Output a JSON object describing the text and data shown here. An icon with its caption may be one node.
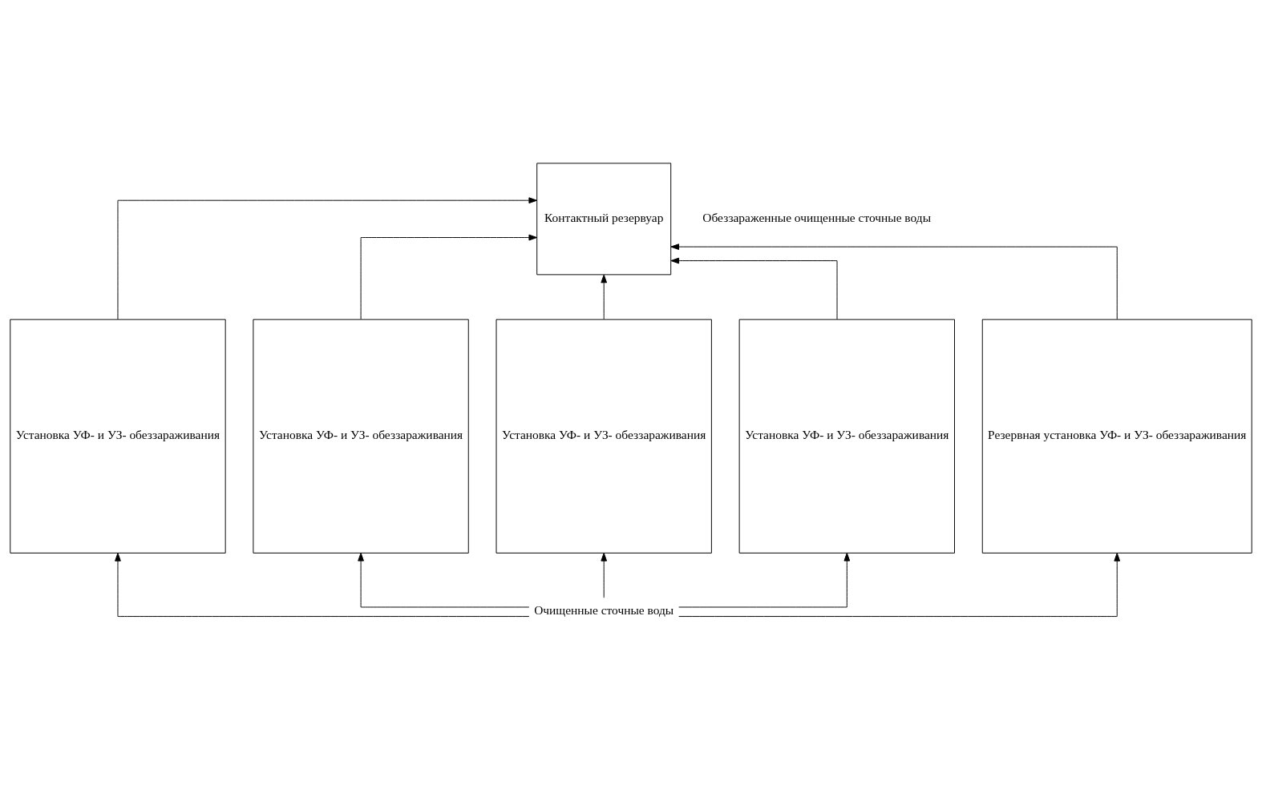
{
  "diagram": {
    "nodes": [
      {
        "text": [
          "Контактный резервуар"
        ]
      },
      {
        "text": [
          "Установка УФ- и УЗ- обеззараживания"
        ]
      },
      {
        "text": [
          "Установка УФ- и УЗ- обеззараживания"
        ]
      },
      {
        "text": [
          "Установка УФ- и УЗ- обеззараживания"
        ]
      },
      {
        "text": [
          "Установка УФ- и УЗ- обеззараживания"
        ]
      },
      {
        "text": [
          "Резервная установка УФ- и УЗ- обеззараживания"
        ]
      },
      {
        "text": [
          "Очищенные сточные воды"
        ]
      }
    ],
    "edges": [
      {
        "from": 1,
        "to": 0,
        "arrow": "to"
      },
      {
        "from": 2,
        "to": 0,
        "arrow": "to"
      },
      {
        "from": 3,
        "to": 0,
        "arrow": "to"
      },
      {
        "from": 4,
        "to": 0,
        "arrow": "to"
      },
      {
        "from": 5,
        "to": 0,
        "arrow": "to"
      },
      {
        "from": 6,
        "to": 1,
        "arrow": "to"
      },
      {
        "from": 6,
        "to": 2,
        "arrow": "to"
      },
      {
        "from": 6,
        "to": 3,
        "arrow": "to"
      },
      {
        "from": 6,
        "to": 4,
        "arrow": "to"
      },
      {
        "from": 6,
        "to": 5,
        "arrow": "to"
      }
    ],
    "labels": [
      "Обеззараженные очищенные сточные воды"
    ]
  }
}
